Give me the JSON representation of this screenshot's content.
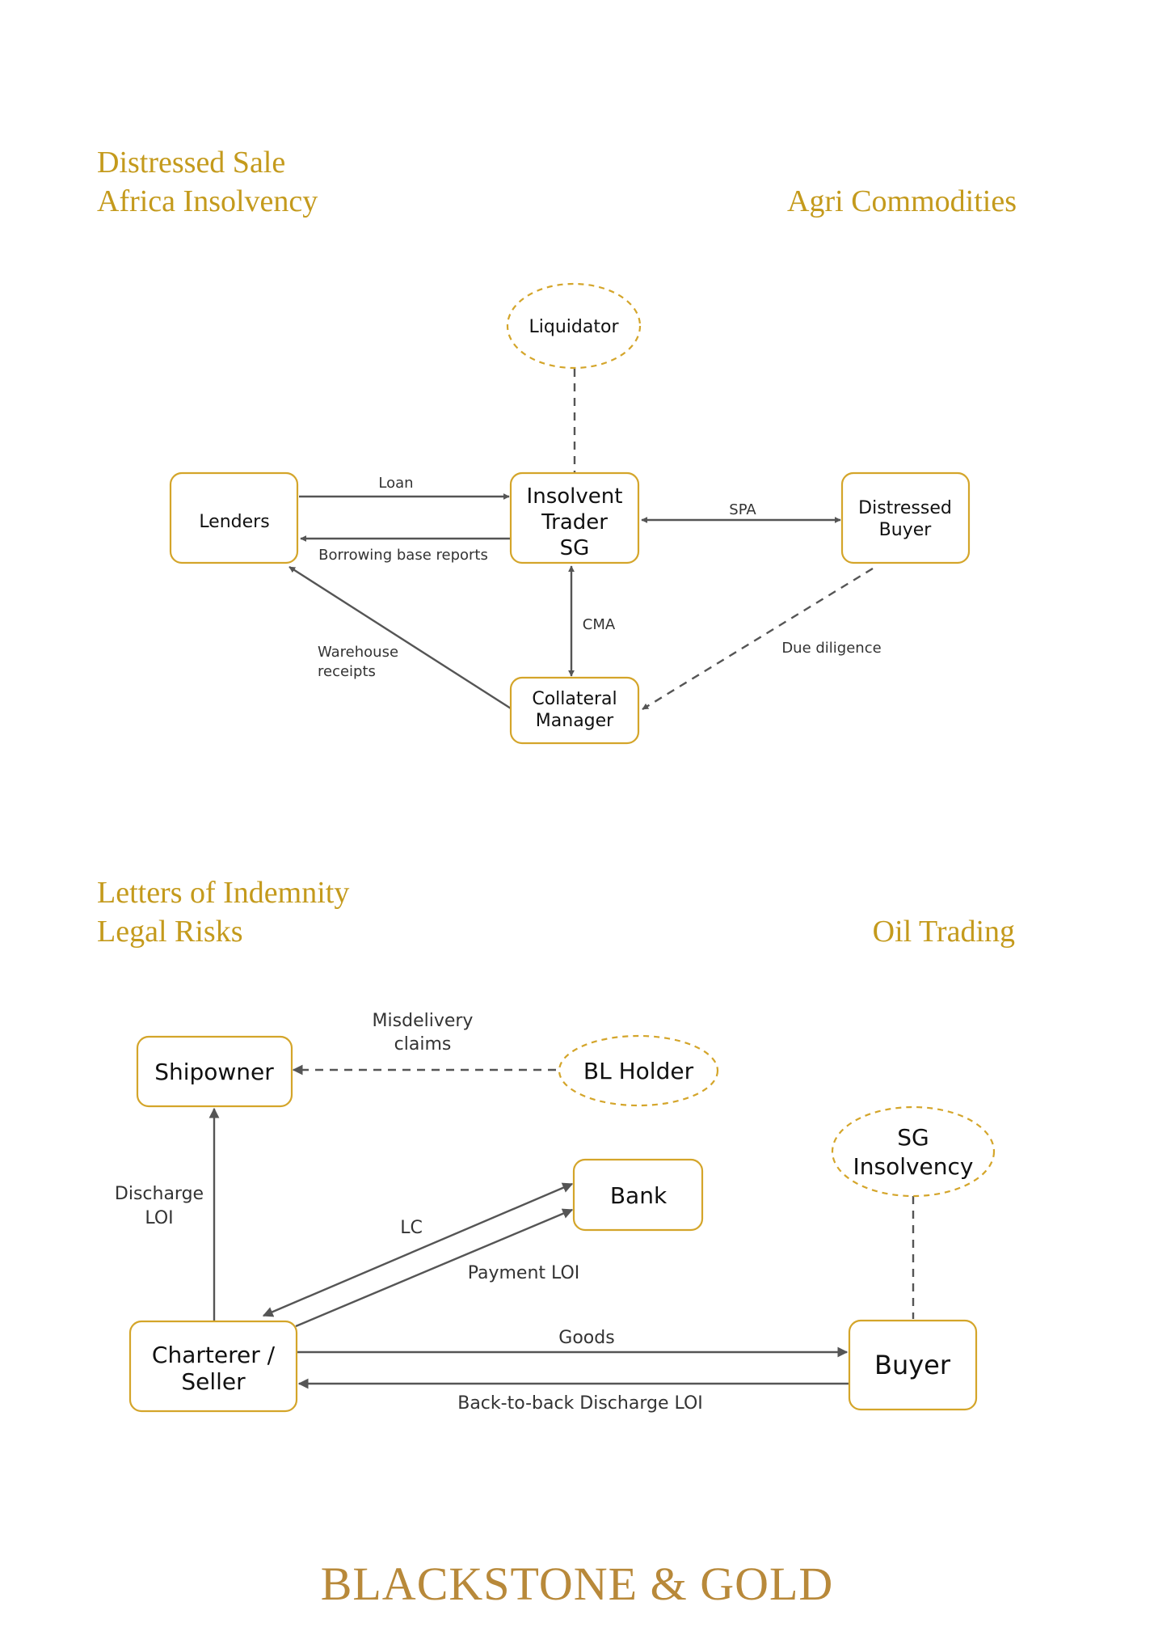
{
  "section1": {
    "heading_line1": "Distressed Sale",
    "heading_line2": "Africa Insolvency",
    "heading_right": "Agri Commodities",
    "nodes": {
      "liquidator": "Liquidator",
      "lenders": "Lenders",
      "insolvent_trader": [
        "Insolvent",
        "Trader",
        "SG"
      ],
      "distressed_buyer": [
        "Distressed",
        "Buyer"
      ],
      "collateral_manager": [
        "Collateral",
        "Manager"
      ]
    },
    "edges": {
      "loan": "Loan",
      "borrowing_base_reports": "Borrowing base reports",
      "spa": "SPA",
      "cma": "CMA",
      "warehouse_receipts": [
        "Warehouse",
        "receipts"
      ],
      "due_diligence": "Due diligence"
    }
  },
  "section2": {
    "heading_line1": "Letters of Indemnity",
    "heading_line2": "Legal Risks",
    "heading_right": "Oil Trading",
    "nodes": {
      "shipowner": "Shipowner",
      "bl_holder": "BL Holder",
      "bank": "Bank",
      "sg_insolvency": [
        "SG",
        "Insolvency"
      ],
      "charterer_seller": [
        "Charterer /",
        "Seller"
      ],
      "buyer": "Buyer"
    },
    "edges": {
      "misdelivery_claims": [
        "Misdelivery",
        "claims"
      ],
      "discharge_loi": [
        "Discharge",
        "LOI"
      ],
      "lc": "LC",
      "payment_loi": "Payment LOI",
      "goods": "Goods",
      "back_to_back_discharge_loi": "Back-to-back Discharge LOI"
    }
  },
  "footer": {
    "brand": "BLACKSTONE & GOLD"
  },
  "colors": {
    "accent_gold": "#c49a1c",
    "box_border": "#d4a52a",
    "arrow_gray": "#555555"
  }
}
